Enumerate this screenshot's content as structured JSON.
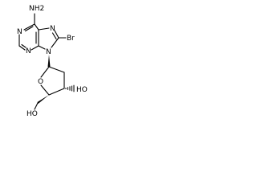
{
  "molecule": {
    "labels": {
      "nh2": "NH2",
      "br": "Br",
      "n1": "N",
      "n3": "N",
      "n7": "N",
      "n9": "N",
      "o_ring": "O",
      "oh_3prime": "HO",
      "oh_5prime": "HO"
    }
  }
}
